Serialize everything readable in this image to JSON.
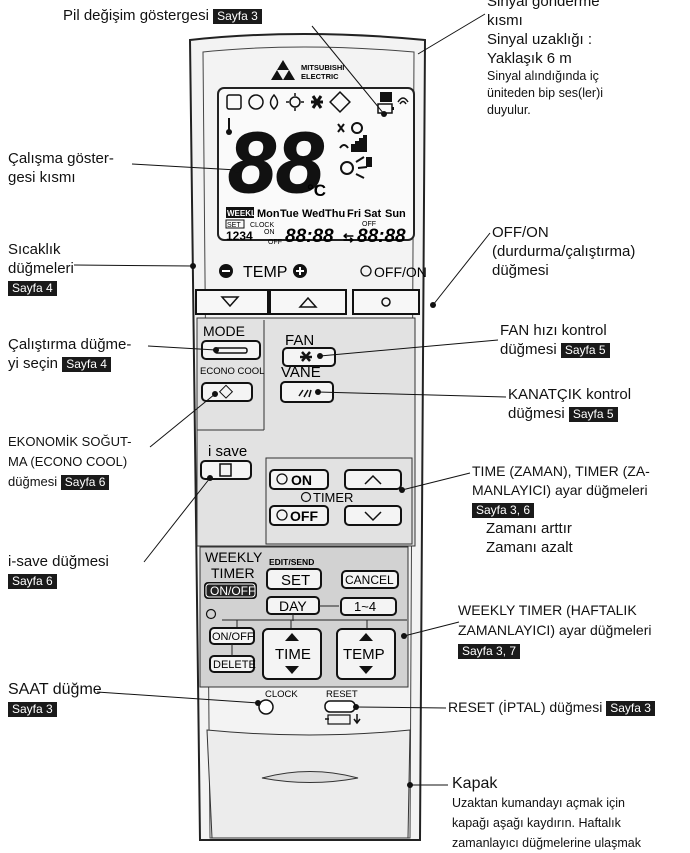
{
  "callouts": {
    "battery": {
      "text": "Pil değişim göstergesi",
      "page": "Sayfa 3"
    },
    "signal": {
      "line1": "Sinyal gönderme",
      "line2": "kısmı",
      "line3": "Sinyal uzaklığı :",
      "line4": "Yaklaşık 6 m",
      "note1": "Sinyal alındığında iç",
      "note2": "üniteden bip ses(ler)i",
      "note3": "duyulur."
    },
    "display": {
      "line1": "Çalışma göster-",
      "line2": "gesi kısmı"
    },
    "temp": {
      "line1": "Sıcaklık",
      "line2": "düğmeleri",
      "page": "Sayfa 4"
    },
    "offon": {
      "line1": "OFF/ON",
      "line2": "(durdurma/çalıştırma)",
      "line3": "düğmesi"
    },
    "mode": {
      "line1": "Çalıştırma düğme-",
      "line2": "yi seçin",
      "page": "Sayfa 4"
    },
    "fan": {
      "line1": "FAN hızı kontrol",
      "line2": "düğmesi",
      "page": "Sayfa 5"
    },
    "vane": {
      "line1": "KANATÇIK kontrol",
      "line2": "düğmesi",
      "page": "Sayfa 5"
    },
    "econo": {
      "line1": "EKONOMİK SOĞUT-",
      "line2": "MA (ECONO COOL)",
      "line3": "düğmesi",
      "page": "Sayfa 6"
    },
    "time": {
      "line1": "TIME (ZAMAN), TIMER (ZA-",
      "line2": "MANLAYICI) ayar düğmeleri",
      "page": "Sayfa 3, 6",
      "line3": "Zamanı arttır",
      "line4": "Zamanı azalt"
    },
    "isave": {
      "line1": "i-save düğmesi",
      "page": "Sayfa 6"
    },
    "weekly": {
      "line1": "WEEKLY TIMER (HAFTALIK",
      "line2": "ZAMANLAYICI) ayar düğmeleri",
      "page": "Sayfa 3, 7"
    },
    "clock": {
      "line1": "SAAT düğme",
      "page": "Sayfa 3"
    },
    "reset": {
      "line1": "RESET (İPTAL) düğmesi",
      "page": "Sayfa 3"
    },
    "cover": {
      "line1": "Kapak",
      "note1": "Uzaktan kumandayı açmak için",
      "note2": "kapağı aşağı kaydırın. Haftalık",
      "note3": "zamanlayıcı düğmelerine ulaşmak"
    }
  },
  "remote": {
    "brand1": "MITSUBISHI",
    "brand2": "ELECTRIC",
    "display": {
      "temp": "88",
      "unit": "°C",
      "weekly": "WEEKLY",
      "days": [
        "Mon",
        "Tue",
        "Wed",
        "Thu",
        "Fri",
        "Sat",
        "Sun"
      ],
      "set": "SET",
      "clock": "CLOCK",
      "on": "ON",
      "off": "OFF",
      "nums": "1234",
      "time1": "88:88",
      "time2": "88:88"
    },
    "temp_label": "TEMP",
    "offon_label": "OFF/ON",
    "mode_label": "MODE",
    "econo_label": "ECONO COOL",
    "fan_label": "FAN",
    "vane_label": "VANE",
    "isave_label": "i save",
    "timer_on": "ON",
    "timer_off": "OFF",
    "timer_label": "TIMER",
    "weekly1": "WEEKLY",
    "weekly2": "TIMER",
    "weekly_onoff": "ON/OFF",
    "edit_send": "EDIT/SEND",
    "set_label": "SET",
    "cancel_label": "CANCEL",
    "day_label": "DAY",
    "range_label": "1~4",
    "onoff_small": "ON/OFF",
    "delete_label": "DELETE",
    "time_label": "TIME",
    "temp2_label": "TEMP",
    "clock_label": "CLOCK",
    "reset_label": "RESET"
  }
}
